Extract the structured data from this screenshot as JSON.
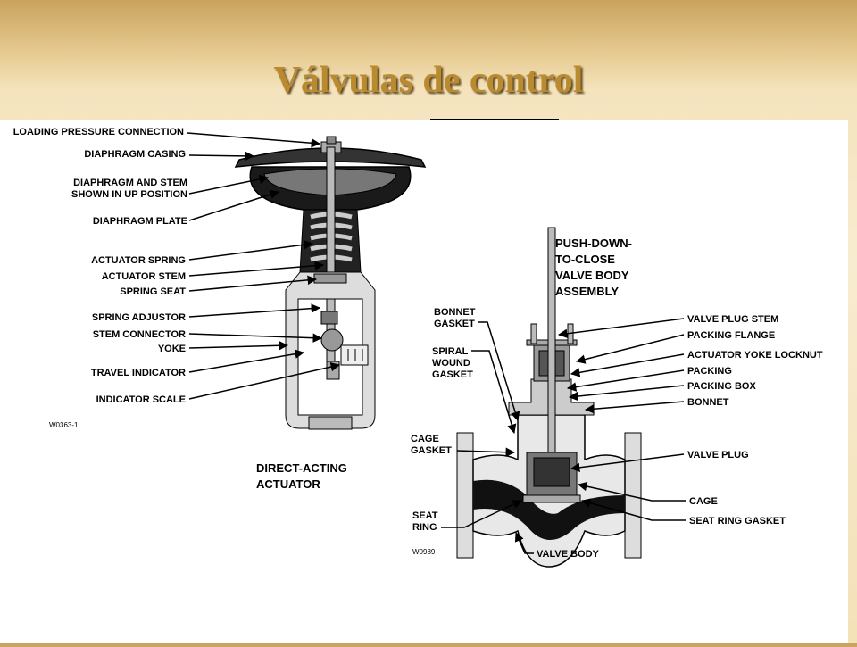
{
  "title": "Válvulas de control",
  "actuator": {
    "labels": [
      "LOADING PRESSURE CONNECTION",
      "DIAPHRAGM CASING",
      "DIAPHRAGM AND STEM",
      "SHOWN IN UP POSITION",
      "DIAPHRAGM PLATE",
      "ACTUATOR SPRING",
      "ACTUATOR STEM",
      "SPRING SEAT",
      "SPRING ADJUSTOR",
      "STEM CONNECTOR",
      "YOKE",
      "TRAVEL INDICATOR",
      "INDICATOR SCALE"
    ],
    "caption": [
      "DIRECT-ACTING",
      "ACTUATOR"
    ],
    "code": "W0363-1"
  },
  "valve": {
    "caption": [
      "PUSH-DOWN-",
      "TO-CLOSE",
      "VALVE BODY",
      "ASSEMBLY"
    ],
    "left_labels": [
      [
        "BONNET",
        "GASKET"
      ],
      [
        "SPIRAL",
        "WOUND",
        "GASKET"
      ],
      [
        "CAGE",
        "GASKET"
      ],
      [
        "SEAT",
        "RING"
      ]
    ],
    "right_labels": [
      "VALVE PLUG STEM",
      "PACKING FLANGE",
      "ACTUATOR YOKE LOCKNUT",
      "PACKING",
      "PACKING BOX",
      "BONNET",
      "VALVE PLUG",
      "CAGE",
      "SEAT RING GASKET"
    ],
    "bottom_label": "VALVE BODY",
    "code": "W0989"
  }
}
